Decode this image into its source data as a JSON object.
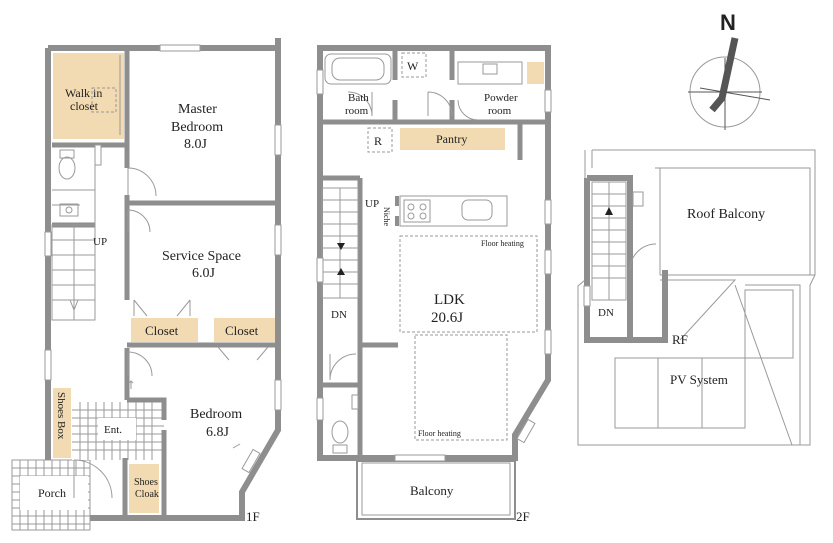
{
  "floor1": {
    "label": "1F",
    "rooms": {
      "walk_in_closet": [
        "Walk in",
        "closet"
      ],
      "master_bedroom": [
        "Master",
        "Bedroom",
        "8.0J"
      ],
      "service_space": [
        "Service Space",
        "6.0J"
      ],
      "closet_left": "Closet",
      "closet_right": "Closet",
      "bedroom": [
        "Bedroom",
        "6.8J"
      ],
      "shoes_box": "Shoes Box",
      "entrance": "Ent.",
      "shoes_cloak": [
        "Shoes",
        "Cloak"
      ],
      "porch": "Porch"
    },
    "stairs": "UP"
  },
  "floor2": {
    "label": "2F",
    "rooms": {
      "bath_room": [
        "Bath",
        "room"
      ],
      "washer": "W",
      "powder_room": [
        "Powder",
        "room"
      ],
      "refrigerator": "R",
      "pantry": "Pantry",
      "niche": "Niche",
      "ldk": [
        "LDK",
        "20.6J"
      ],
      "floor_heating_top": "Floor heating",
      "floor_heating_bottom": "Floor heating",
      "balcony": "Balcony"
    },
    "stairs_up": "UP",
    "stairs_down": "DN"
  },
  "roof": {
    "roof_balcony": "Roof Balcony",
    "stairs_down": "DN",
    "rf_label": "RF",
    "pv_system": "PV System"
  },
  "compass": {
    "north": "N"
  },
  "colors": {
    "accent_fill": "#f2dbb3",
    "wall": "#8e8e8e",
    "line": "#9a9a9a"
  }
}
